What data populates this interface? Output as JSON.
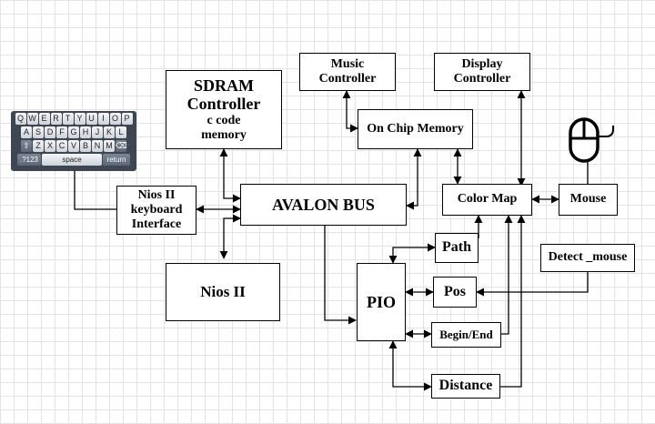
{
  "blocks": {
    "sdram": {
      "line1": "SDRAM",
      "line2": "Controller",
      "line3": "c code",
      "line4": "memory"
    },
    "music": {
      "line1": "Music",
      "line2": "Controller"
    },
    "display": {
      "line1": "Display",
      "line2": "Controller"
    },
    "onchip": {
      "label": "On Chip Memory"
    },
    "nios_kbd": {
      "line1": "Nios II",
      "line2": "keyboard",
      "line3": "Interface"
    },
    "avalon": {
      "label": "AVALON BUS"
    },
    "colormap": {
      "label": "Color Map"
    },
    "mouse": {
      "label": "Mouse"
    },
    "nios2": {
      "label": "Nios II"
    },
    "pio": {
      "label": "PIO"
    },
    "path": {
      "label": "Path"
    },
    "pos": {
      "label": "Pos"
    },
    "beginend": {
      "label": "Begin/End"
    },
    "distance": {
      "label": "Distance"
    },
    "detect": {
      "label": "Detect _mouse"
    }
  },
  "keyboard": {
    "row1": [
      "Q",
      "W",
      "E",
      "R",
      "T",
      "Y",
      "U",
      "I",
      "O",
      "P"
    ],
    "row2": [
      "A",
      "S",
      "D",
      "F",
      "G",
      "H",
      "J",
      "K",
      "L"
    ],
    "row3": [
      "Z",
      "X",
      "C",
      "V",
      "B",
      "N",
      "M"
    ],
    "shift_glyph": "⇧",
    "backspace_glyph": "⌫",
    "num_label": ".?123",
    "space_label": "space",
    "return_label": "return"
  },
  "icons": {
    "mouse_icon": "computer-mouse"
  }
}
